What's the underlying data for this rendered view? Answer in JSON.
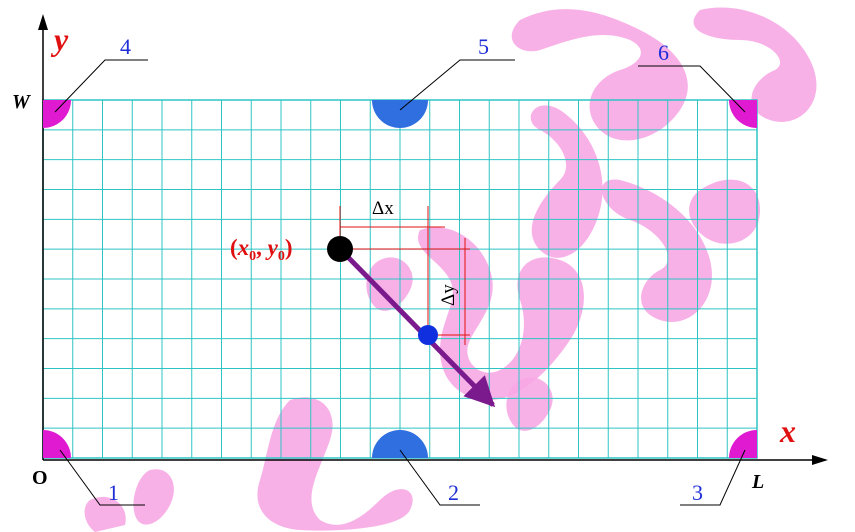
{
  "axes": {
    "x_label": "x",
    "y_label": "y",
    "origin_label": "O",
    "length_label": "L",
    "width_label": "W"
  },
  "pockets": [
    {
      "id": "pocket-1",
      "label": "1"
    },
    {
      "id": "pocket-2",
      "label": "2"
    },
    {
      "id": "pocket-3",
      "label": "3"
    },
    {
      "id": "pocket-4",
      "label": "4"
    },
    {
      "id": "pocket-5",
      "label": "5"
    },
    {
      "id": "pocket-6",
      "label": "6"
    }
  ],
  "ball_start": {
    "label_open": "(",
    "x_var": "x",
    "x_sub": "0",
    "comma": ", ",
    "y_var": "y",
    "y_sub": "0",
    "label_close": ")"
  },
  "deltas": {
    "dx_label": "Δx",
    "dy_label": "Δy"
  },
  "colors": {
    "grid": "#2ec4c4",
    "pocket_corner": "#e01ad0",
    "pocket_side": "#2f6fe0",
    "ball_start": "#000000",
    "ball_next": "#1030e0",
    "trajectory": "#7a1a8c",
    "axis_label": "#e01010",
    "pocket_number": "#1f2fd6",
    "delta_guides": "#e01010",
    "watermark": "#f7a8e4"
  }
}
